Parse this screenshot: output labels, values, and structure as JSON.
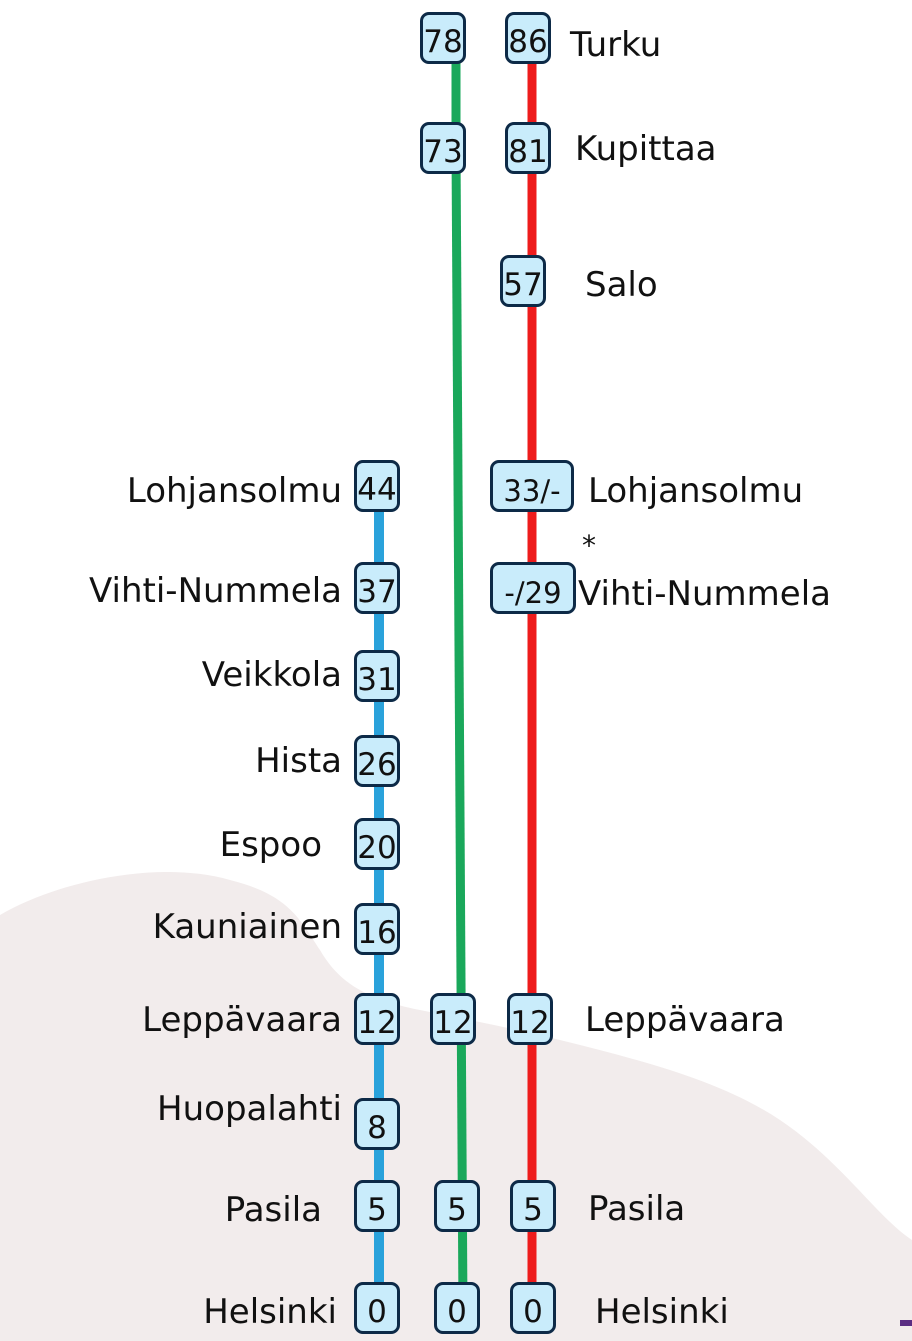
{
  "colors": {
    "blue_line": "#2aa2db",
    "green_line": "#1aa85b",
    "red_line": "#ee1c1c",
    "box_fill": "#c9ecfb",
    "box_border": "#0d2a47",
    "background_blob": "#f2ecec"
  },
  "lines": {
    "blue": {
      "stations": [
        {
          "name": "Lohjansolmu",
          "value": "44"
        },
        {
          "name": "Vihti-Nummela",
          "value": "37"
        },
        {
          "name": "Veikkola",
          "value": "31"
        },
        {
          "name": "Hista",
          "value": "26"
        },
        {
          "name": "Espoo",
          "value": "20"
        },
        {
          "name": "Kauniainen",
          "value": "16"
        },
        {
          "name": "Leppävaara",
          "value": "12"
        },
        {
          "name": "Huopalahti",
          "value": "8"
        },
        {
          "name": "Pasila",
          "value": "5"
        },
        {
          "name": "Helsinki",
          "value": "0"
        }
      ]
    },
    "green": {
      "stations": [
        {
          "value": "78"
        },
        {
          "value": "73"
        },
        {
          "value": "12"
        },
        {
          "value": "5"
        },
        {
          "value": "0"
        }
      ]
    },
    "red": {
      "stations": [
        {
          "name": "Turku",
          "value": "86"
        },
        {
          "name": "Kupittaa",
          "value": "81"
        },
        {
          "name": "Salo",
          "value": "57"
        },
        {
          "name": "Lohjansolmu",
          "value": "33/-"
        },
        {
          "name": "Vihti-Nummela",
          "value": "-/29"
        },
        {
          "name": "Leppävaara",
          "value": "12"
        },
        {
          "name": "Pasila",
          "value": "5"
        },
        {
          "name": "Helsinki",
          "value": "0"
        }
      ],
      "footnote_mark": "*"
    }
  }
}
